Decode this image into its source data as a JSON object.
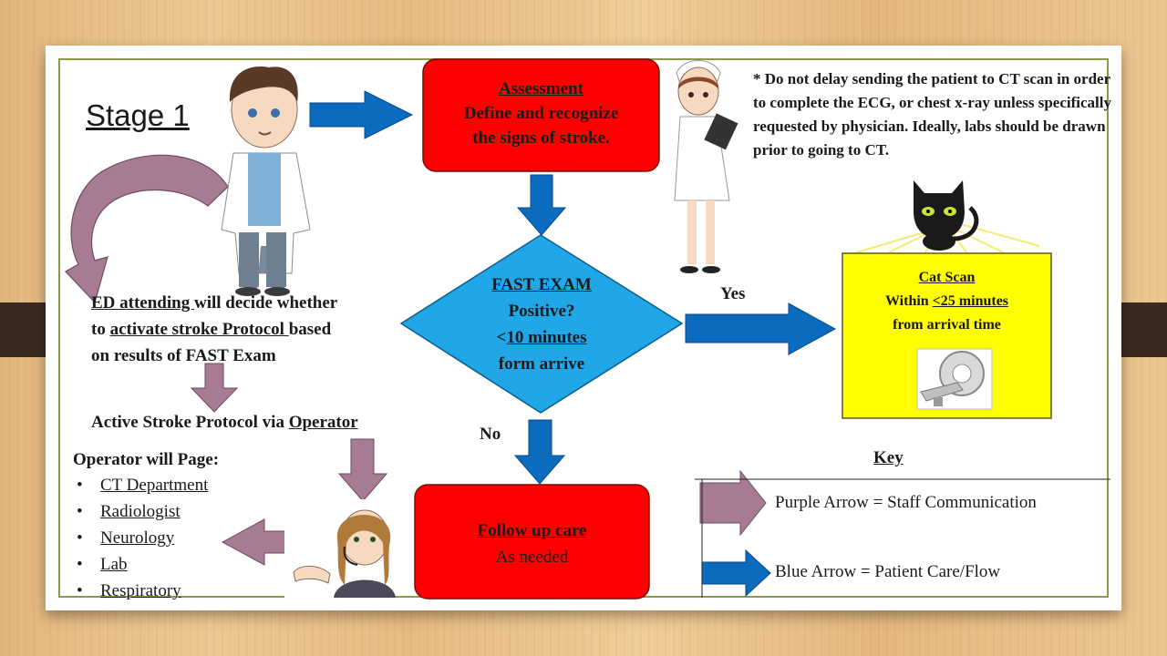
{
  "slide": {
    "title": "Stage 1",
    "note": "* Do not delay sending the patient to CT scan in order to complete the ECG,  or chest x-ray unless specifically requested by physician.  Ideally, labs should be drawn prior to going to CT."
  },
  "assessment": {
    "title": "Assessment",
    "line1": "Define and recognize",
    "line2": "the signs of stroke."
  },
  "fast": {
    "title": "FAST EXAM",
    "line1": "Positive?",
    "line2_prefix": "<",
    "line2_underlined": "10 minutes",
    "line3": "form arrive"
  },
  "catscan": {
    "title": "Cat Scan",
    "line1_prefix": "Within ",
    "line1_underlined": "<25 minutes",
    "line2": "from arrival time"
  },
  "followup": {
    "title": "Follow up care",
    "line1": "As needed"
  },
  "labels": {
    "yes": "Yes",
    "no": "No"
  },
  "ed": {
    "u1": "ED attending ",
    "t1": "will decide whether",
    "t2": "to ",
    "u2": "activate stroke Protocol ",
    "t3": "based",
    "t4": "on results of FAST Exam"
  },
  "protocol": {
    "prefix": "Active Stroke Protocol via ",
    "underlined": "Operator"
  },
  "operator": {
    "heading": "Operator will Page:",
    "items": [
      "CT Department",
      "Radiologist",
      "Neurology",
      "Lab",
      "Respiratory"
    ]
  },
  "key": {
    "title": "Key",
    "purple": "Purple Arrow = Staff Communication",
    "blue": "Blue Arrow = Patient Care/Flow"
  },
  "colors": {
    "red_box": "#ff0000",
    "diamond": "#1fa7e8",
    "yellow_box": "#ffff00",
    "blue_arrow": "#0b6cbf",
    "purple_arrow": "#a77b94",
    "frame": "#8a9a48"
  }
}
